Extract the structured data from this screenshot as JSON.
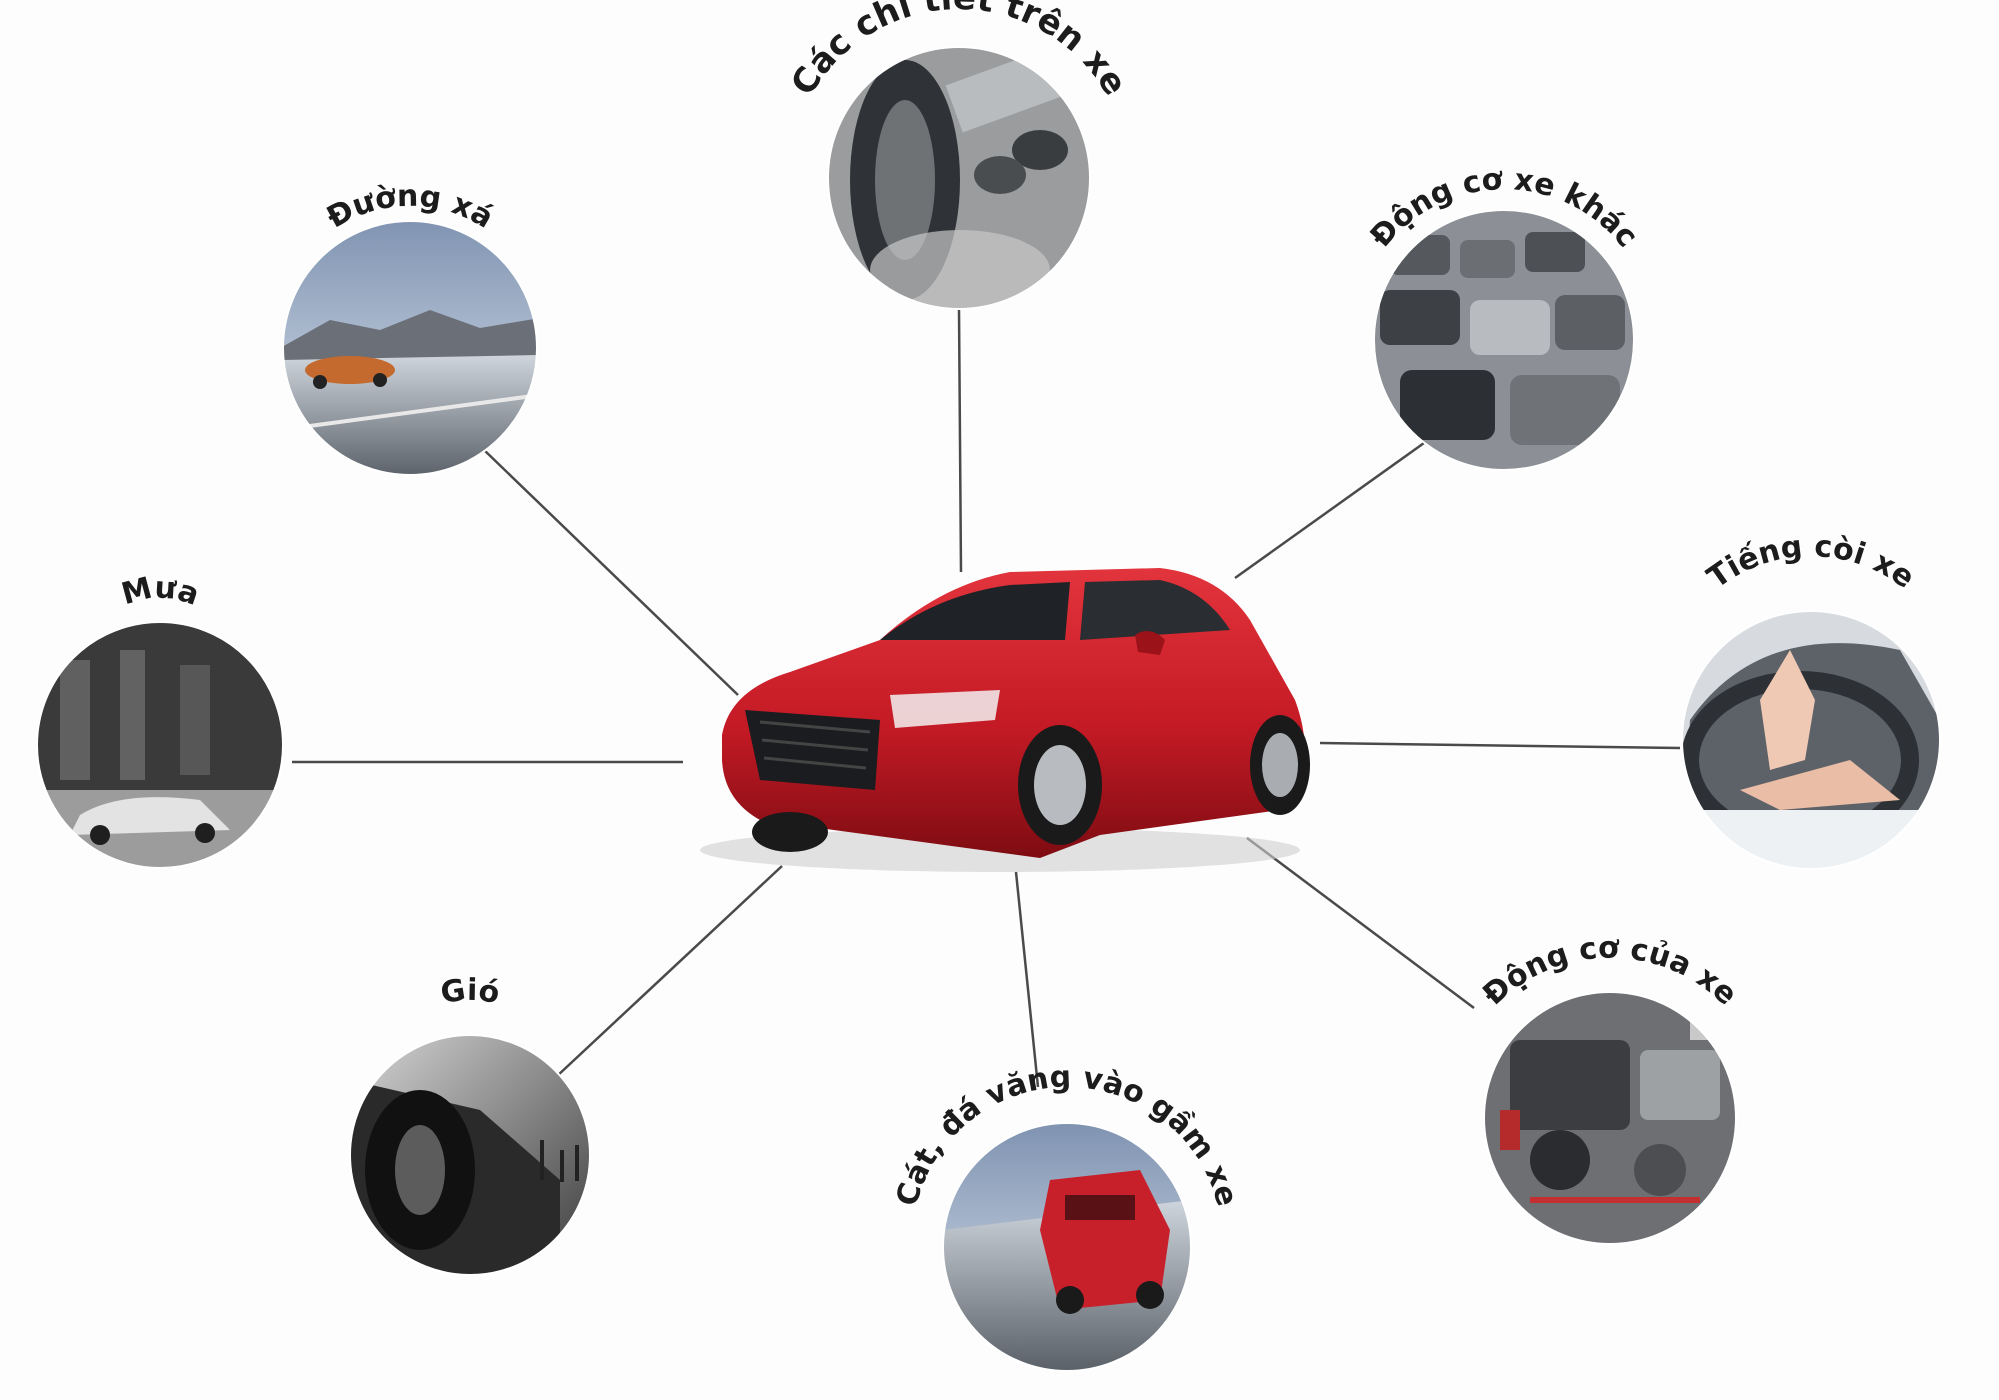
{
  "diagram": {
    "center": {
      "name": "red-hatchback-car",
      "color": "#c41a25"
    },
    "nodes": [
      {
        "id": "roads",
        "label": "Đường xá",
        "image": "car-on-highway-photo"
      },
      {
        "id": "parts",
        "label": "Các chi tiết trên xe",
        "image": "tire-and-exhaust-photo"
      },
      {
        "id": "other-engines",
        "label": "Động cơ xe khác",
        "image": "traffic-jam-photo"
      },
      {
        "id": "horn",
        "label": "Tiếng còi xe",
        "image": "hand-pressing-horn-photo"
      },
      {
        "id": "engine",
        "label": "Động cơ của xe",
        "image": "engine-bay-photo"
      },
      {
        "id": "gravel",
        "label": "Cát, đá văng vào gầm xe",
        "image": "red-car-on-road-photo"
      },
      {
        "id": "wind",
        "label": "Gió",
        "image": "car-wheel-wind-photo"
      },
      {
        "id": "rain",
        "label": "Mưa",
        "image": "car-in-rain-photo"
      }
    ]
  }
}
